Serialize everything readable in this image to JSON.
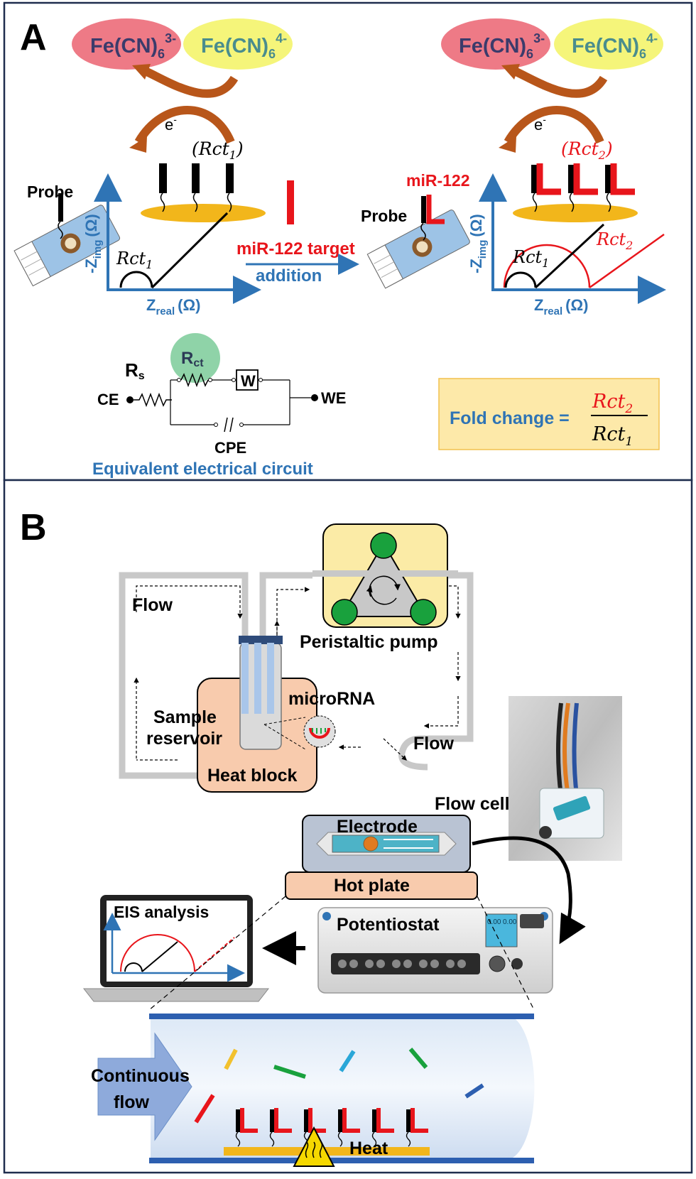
{
  "panel_a": {
    "label": "A",
    "left": {
      "fe3": "Fe(CN)",
      "fe3_sub": "6",
      "fe3_sup": "3-",
      "fe4": "Fe(CN)",
      "fe4_sub": "6",
      "fe4_sup": "4-",
      "electron": "e",
      "electron_sup": "-",
      "rct_paren": "(Rct",
      "rct_paren_sub": "1",
      "rct_paren_close": ")",
      "probe": "Probe",
      "axis_y": "-Z",
      "axis_y_sub": "img",
      "axis_y_unit": "(Ω)",
      "axis_x": "Z",
      "axis_x_sub": "real",
      "axis_x_unit": "(Ω)",
      "rct": "Rct",
      "rct_sub": "1"
    },
    "middle": {
      "target": "miR-122 target",
      "addition": "addition"
    },
    "right": {
      "fe3": "Fe(CN)",
      "fe3_sub": "6",
      "fe3_sup": "3-",
      "fe4": "Fe(CN)",
      "fe4_sub": "6",
      "fe4_sup": "4-",
      "electron": "e",
      "electron_sup": "-",
      "rct_paren": "(Rct",
      "rct_paren_sub": "2",
      "rct_paren_close": ")",
      "mir": "miR-122",
      "probe": "Probe",
      "axis_y": "-Z",
      "axis_y_sub": "img",
      "axis_y_unit": "(Ω)",
      "axis_x": "Z",
      "axis_x_sub": "real",
      "axis_x_unit": "(Ω)",
      "rct1": "Rct",
      "rct1_sub": "1",
      "rct2": "Rct",
      "rct2_sub": "2"
    },
    "circuit": {
      "rs": "R",
      "rs_sub": "s",
      "rct": "R",
      "rct_sub": "ct",
      "w": "W",
      "ce": "CE",
      "we": "WE",
      "cpe": "CPE",
      "caption": "Equivalent electrical circuit"
    },
    "fold": {
      "label": "Fold change =",
      "num": "Rct",
      "num_sub": "2",
      "den": "Rct",
      "den_sub": "1"
    }
  },
  "panel_b": {
    "label": "B",
    "flow1": "Flow",
    "pump": "Peristaltic pump",
    "sample": "Sample",
    "reservoir": "reservoir",
    "microrna": "microRNA",
    "heat_block": "Heat block",
    "flow2": "Flow",
    "flow_cell": "Flow cell",
    "electrode": "Electrode",
    "hot_plate": "Hot plate",
    "eis": "EIS analysis",
    "potentiostat": "Potentiostat",
    "lcd1": "0.00",
    "lcd2": "0.00",
    "continuous": "Continuous",
    "flow3": "flow",
    "heat": "Heat"
  },
  "colors": {
    "red": "#e8151b",
    "blue": "#2f74b5",
    "orange_arrow": "#b8561a",
    "pink_oval": "#ee7a86",
    "yellow_oval": "#f5f57a",
    "gold": "#f2b61b",
    "peach": "#f8cbad",
    "green": "#1fa84a"
  }
}
